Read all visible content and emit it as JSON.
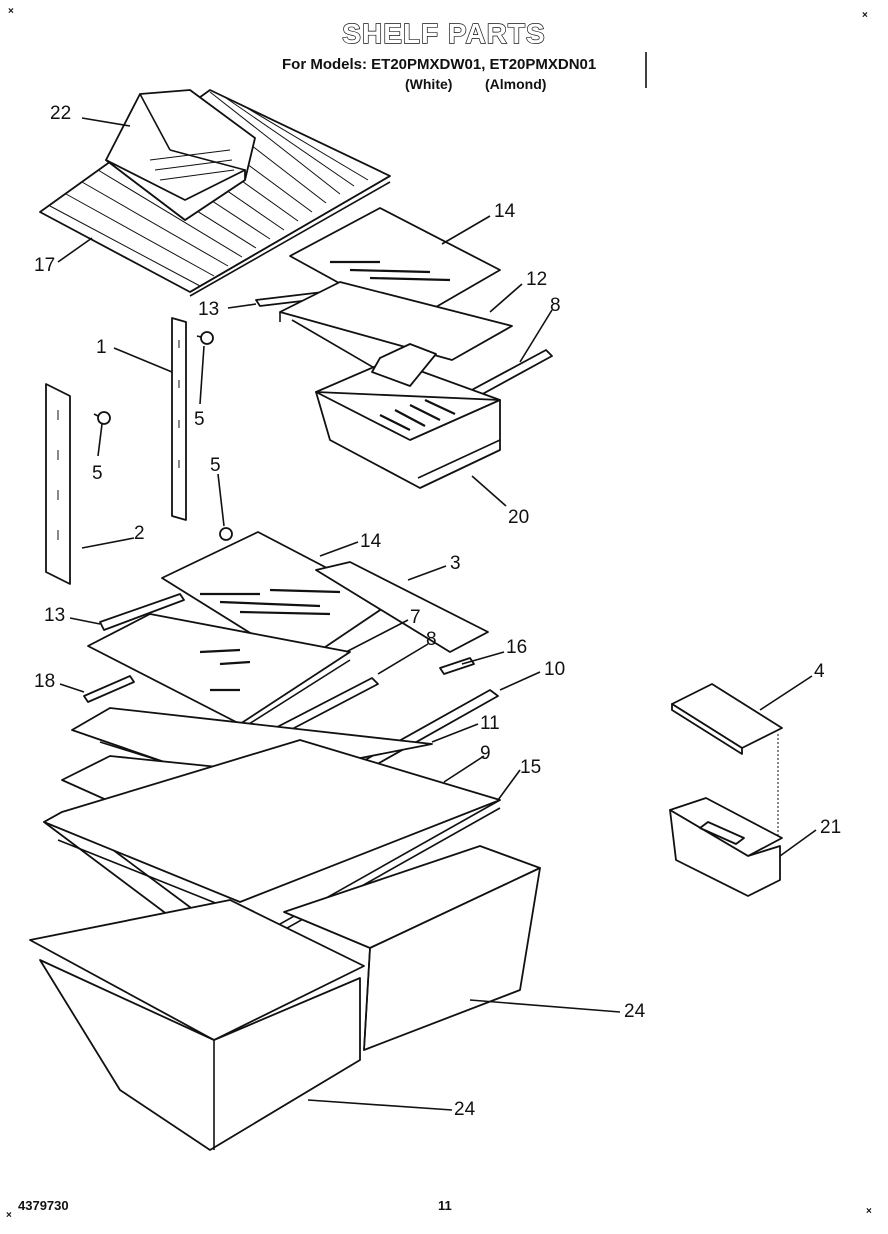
{
  "title": "SHELF PARTS",
  "models_line": "For Models: ET20PMXDW01, ET20PMXDN01",
  "variants": [
    "(White)",
    "(Almond)"
  ],
  "footer": {
    "doc_number": "4379730",
    "page_number": "11"
  },
  "callouts": {
    "c22": "22",
    "c17": "17",
    "c14a": "14",
    "c12": "12",
    "c8a": "8",
    "c13a": "13",
    "c1": "1",
    "c5a": "5",
    "c5b": "5",
    "c5c": "5",
    "c2": "2",
    "c20": "20",
    "c14b": "14",
    "c3": "3",
    "c13b": "13",
    "c7": "7",
    "c8b": "8",
    "c16": "16",
    "c18": "18",
    "c10": "10",
    "c4": "4",
    "c11": "11",
    "c9": "9",
    "c15": "15",
    "c21": "21",
    "c24a": "24",
    "c24b": "24"
  }
}
